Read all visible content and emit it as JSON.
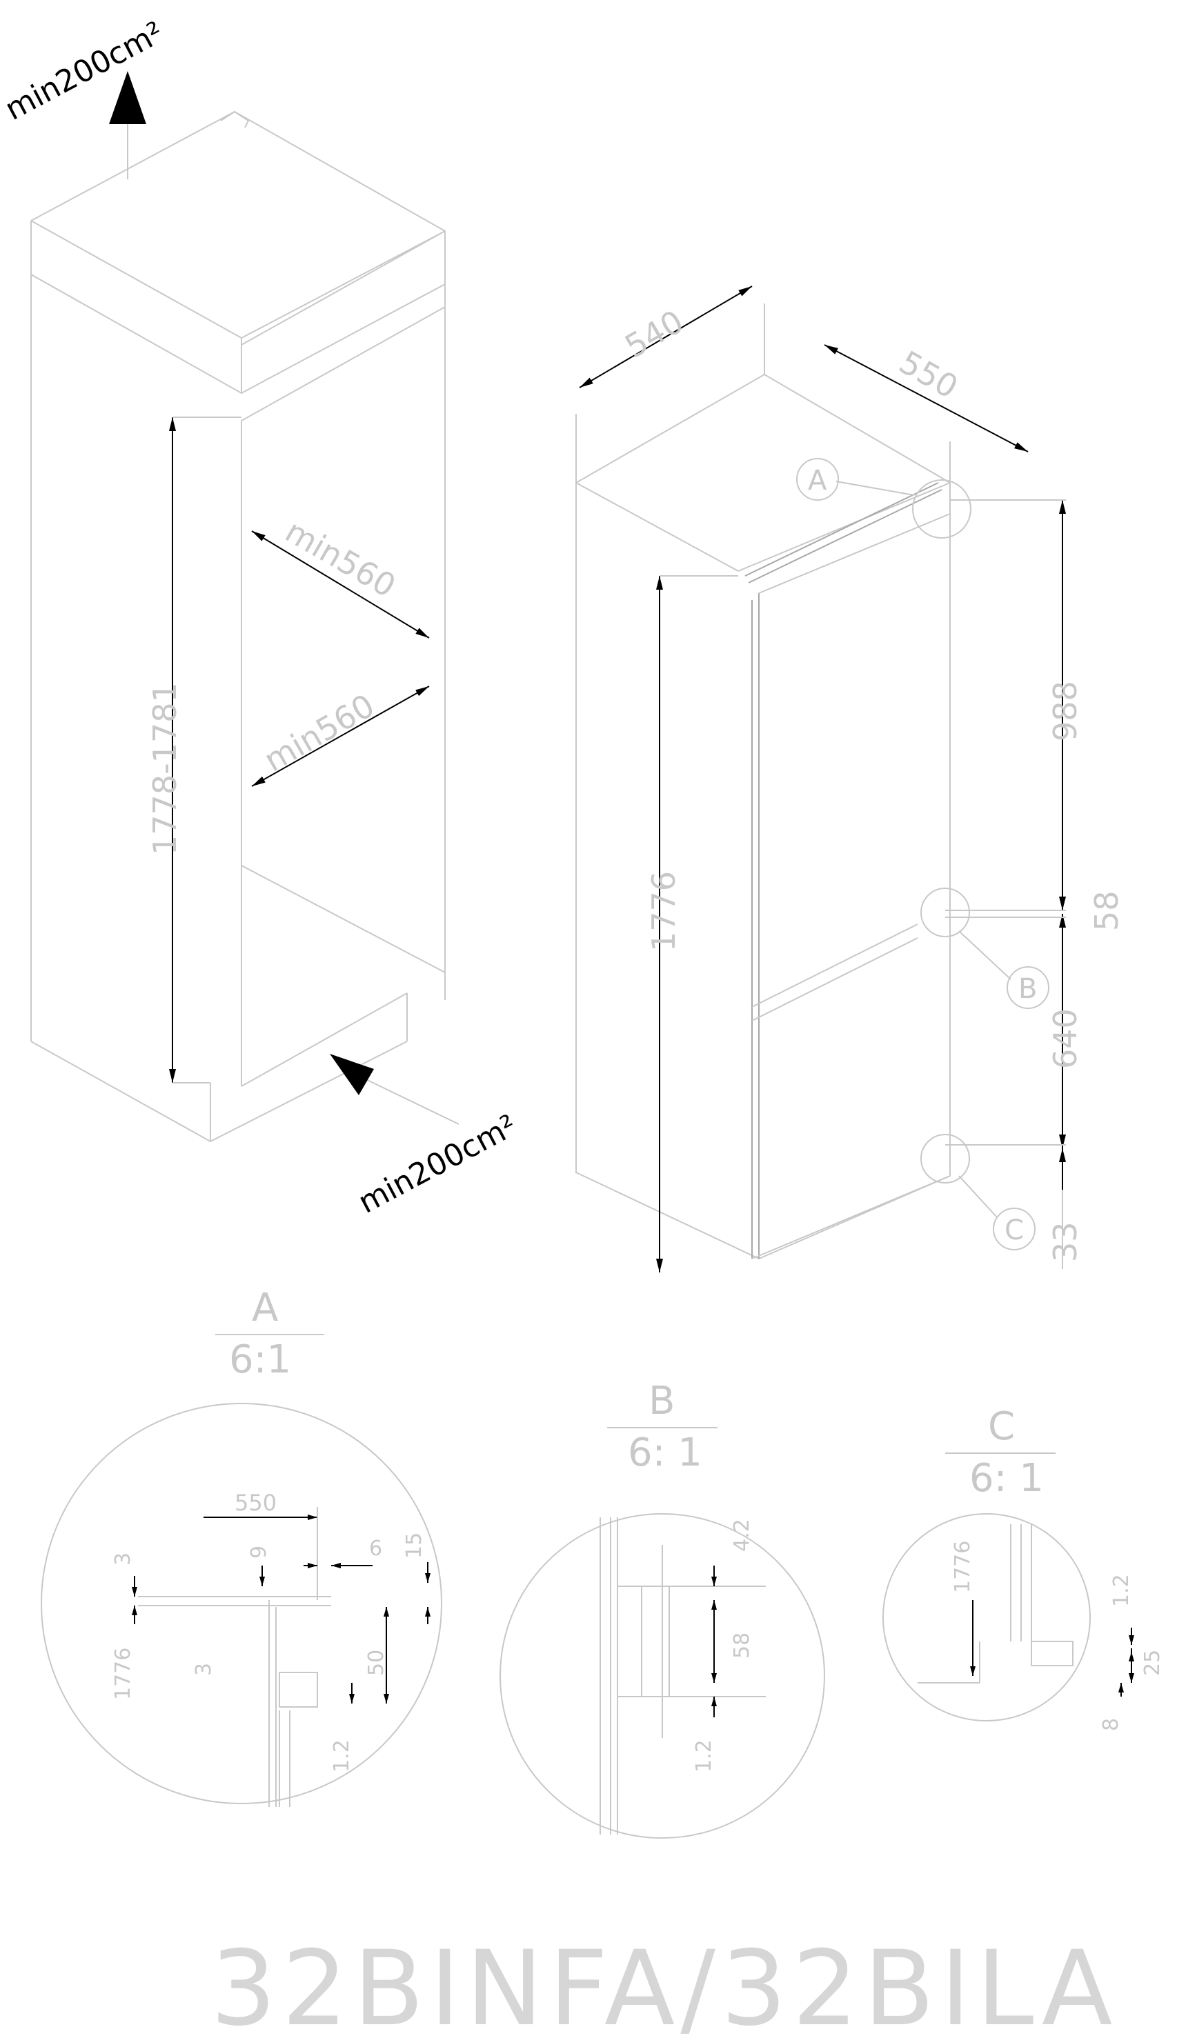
{
  "title": "32BINFA/32BILA",
  "vent_labels": {
    "top": "min200cm²",
    "bottom": "min200cm²"
  },
  "niche": {
    "height": "1778-1781",
    "depth_top": "min560",
    "depth_mid": "min560"
  },
  "appliance": {
    "width": "540",
    "depth": "550",
    "height": "1776",
    "upper_door": "988",
    "gap": "58",
    "lower_door": "640",
    "bottom": "33",
    "callouts": [
      "A",
      "B",
      "C"
    ]
  },
  "details": {
    "A": {
      "letter": "A",
      "scale": "6:1",
      "dims": [
        "550",
        "9",
        "6",
        "15",
        "3",
        "1776",
        "3",
        "50",
        "1.2"
      ]
    },
    "B": {
      "letter": "B",
      "scale": "6: 1",
      "dims": [
        "4.2",
        "58",
        "1.2"
      ]
    },
    "C": {
      "letter": "C",
      "scale": "6: 1",
      "dims": [
        "1776",
        "1.2",
        "25",
        "8"
      ]
    }
  }
}
